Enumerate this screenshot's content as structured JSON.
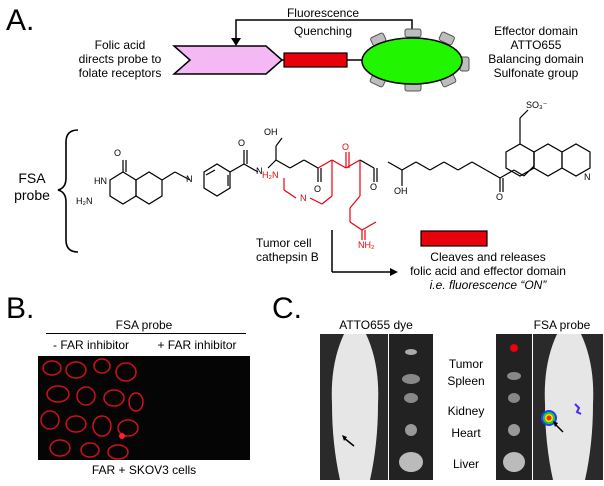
{
  "panelA": {
    "letter": "A.",
    "fluorescence": "Fluorescence",
    "quenching": "Quenching",
    "folic_text": [
      "Folic acid",
      "directs probe to",
      "folate receptors"
    ],
    "effector_text": [
      "Effector domain",
      "ATTO655",
      "Balancing domain",
      "Sulfonate group"
    ],
    "fsa_label": [
      "FSA",
      "probe"
    ],
    "cathepsin_text": [
      "Tumor cell",
      "cathepsin B"
    ],
    "cleaves_text": [
      "Cleaves and releases",
      "folic acid and effector domain",
      "i.e. fluorescence “ON”"
    ],
    "chem": {
      "oh1": "OH",
      "oh2": "OH",
      "hn": "HN",
      "h2n": "H₂N",
      "n": "N",
      "h": "H",
      "nh2": "NH₂",
      "nh": "NH",
      "so3": "SO₃⁻",
      "colors": {
        "peptide": "#e8000b",
        "black": "#000000"
      }
    }
  },
  "panelB": {
    "letter": "B.",
    "title": "FSA probe",
    "col1": "- FAR inhibitor",
    "col2": "+ FAR inhibitor",
    "caption": "FAR + SKOV3 cells"
  },
  "panelC": {
    "letter": "C.",
    "left_title": "ATTO655 dye",
    "right_title": "FSA probe",
    "organs": [
      "Tumor",
      "Spleen",
      "Kidney",
      "Heart",
      "Liver"
    ]
  },
  "colors": {
    "pink": "#f4b8f4",
    "red": "#e8000b",
    "green": "#22f500",
    "grey": "#bdbdbd"
  }
}
